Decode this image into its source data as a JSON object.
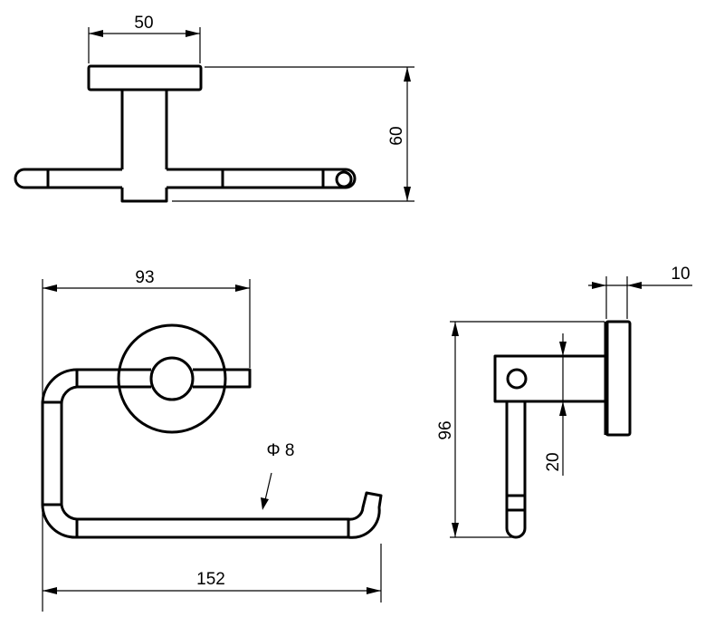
{
  "drawing": {
    "top_view": {
      "width_label": "50",
      "height_label": "60"
    },
    "front_view": {
      "upper_width_label": "93",
      "overall_width_label": "152",
      "rod_diameter_label": "Φ 8"
    },
    "side_view": {
      "plate_thickness_label": "10",
      "overall_height_label": "96",
      "arm_height_label": "20"
    },
    "line_color": "#000000",
    "background_color": "#ffffff"
  }
}
